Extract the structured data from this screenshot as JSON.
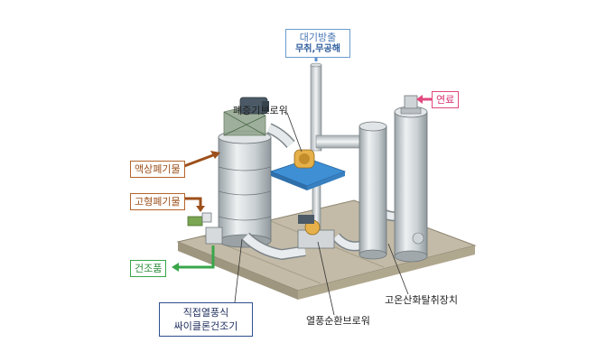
{
  "exhaust": {
    "line1": "대기방출",
    "line2": "무취,무공해"
  },
  "labels": {
    "fuel": "연료",
    "liquid_waste": "액상폐기물",
    "solid_waste": "고형폐기물",
    "dry_product": "건조품",
    "cyclone_line1": "직접열풍식",
    "cyclone_line2": "싸이클론건조기",
    "waste_gas_blower": "폐증기브로워",
    "hot_air_blower": "열풍순환브로워",
    "thermal_oxidizer": "고온산화탈취장치"
  },
  "colors": {
    "exhaust_border": "#6b9bd2",
    "fuel": "#e0487f",
    "waste": "#b5642a",
    "dry": "#3aa64a",
    "cyclone": "#2f4f8f"
  }
}
